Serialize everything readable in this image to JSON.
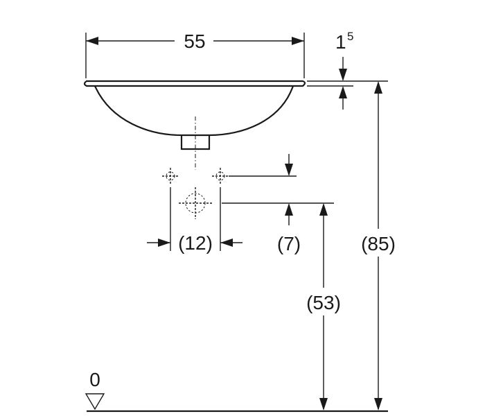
{
  "dimensions": {
    "width_label": "55",
    "rim_thickness_label": "1",
    "rim_thickness_superscript": "5",
    "tap_spacing_label": "(12)",
    "tap_offset_label": "(7)",
    "outlet_height_label": "(53)",
    "total_height_label": "(85)",
    "floor_level_label": "0"
  }
}
